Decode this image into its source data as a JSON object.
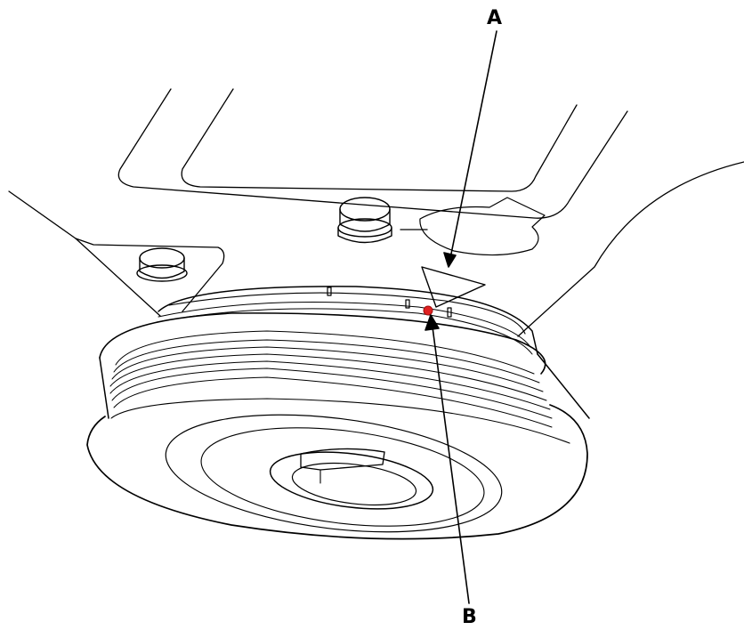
{
  "callouts": {
    "a": "A",
    "b": "B"
  },
  "colors": {
    "line": "#000000",
    "background": "#ffffff",
    "marker": "#e02020"
  },
  "icons": {
    "engine_block": "engine-block-outline",
    "pulley": "crankshaft-pulley",
    "pointer": "timing-pointer-triangle",
    "mark": "timing-mark-dot"
  }
}
